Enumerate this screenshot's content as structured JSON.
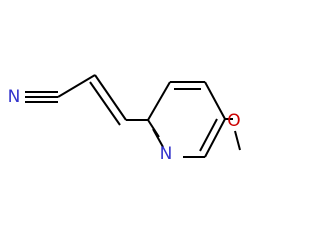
{
  "diagram": {
    "type": "skeletal-structure",
    "background": "#ffffff",
    "bond_color": "#000000",
    "atoms": [
      {
        "id": "nitrile-n",
        "label": "N",
        "color": "#3333cc"
      },
      {
        "id": "pyridine-n",
        "label": "N",
        "color": "#3333cc"
      },
      {
        "id": "methoxy-o",
        "label": "O",
        "color": "#cc0000"
      }
    ]
  }
}
